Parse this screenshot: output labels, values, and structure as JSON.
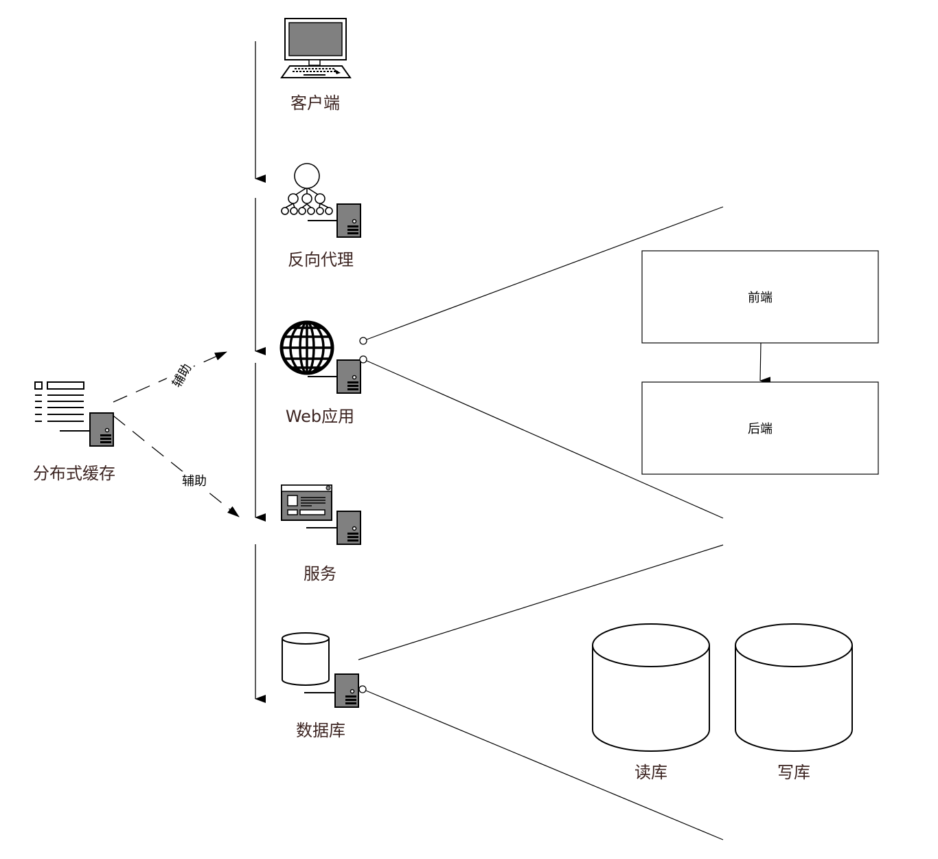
{
  "diagram": {
    "type": "architecture-layers",
    "colors": {
      "stroke": "#000000",
      "server_fill": "#808080",
      "screen_fill": "#808080",
      "node_label": "#3b2320",
      "background": "#ffffff"
    },
    "nodes": [
      {
        "id": "client",
        "label": "客户端",
        "icon": "desktop-computer-icon"
      },
      {
        "id": "reverse_proxy",
        "label": "反向代理",
        "icon": "hierarchy-tree-server-icon"
      },
      {
        "id": "web_app",
        "label": "Web应用",
        "icon": "globe-server-icon"
      },
      {
        "id": "service",
        "label": "服务",
        "icon": "window-app-server-icon"
      },
      {
        "id": "database",
        "label": "数据库",
        "icon": "cylinder-server-icon"
      },
      {
        "id": "distributed_cache",
        "label": "分布式缓存",
        "icon": "list-server-icon"
      }
    ],
    "flow_edges": [
      {
        "from": "client",
        "to": "reverse_proxy",
        "style": "solid",
        "arrow": true
      },
      {
        "from": "reverse_proxy",
        "to": "web_app",
        "style": "solid",
        "arrow": true
      },
      {
        "from": "web_app",
        "to": "service",
        "style": "solid",
        "arrow": true
      },
      {
        "from": "service",
        "to": "database",
        "style": "solid",
        "arrow": true
      }
    ],
    "assist_edges": [
      {
        "from": "distributed_cache",
        "to": "web_app",
        "label": "辅助",
        "style": "dashed"
      },
      {
        "from": "distributed_cache",
        "to": "service",
        "label": "辅助",
        "style": "dashed"
      }
    ],
    "web_detail": {
      "expands": "web_app",
      "boxes": [
        {
          "id": "frontend",
          "label": "前端"
        },
        {
          "id": "backend",
          "label": "后端"
        }
      ],
      "edge": {
        "from": "frontend",
        "to": "backend",
        "arrow": true
      }
    },
    "db_detail": {
      "expands": "database",
      "stores": [
        {
          "id": "read_db",
          "label": "读库"
        },
        {
          "id": "write_db",
          "label": "写库"
        }
      ]
    }
  }
}
